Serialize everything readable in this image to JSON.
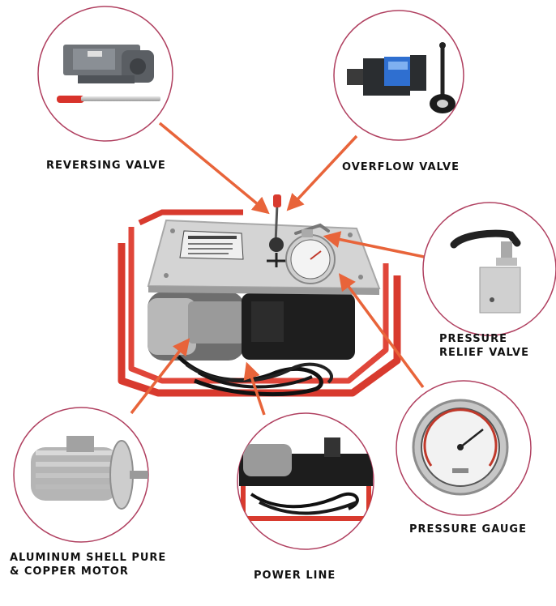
{
  "labels": {
    "reversing_valve": "REVERSING VALVE",
    "overflow_valve": "OVERFLOW VALVE",
    "pressure_relief_line1": "PRESSURE",
    "pressure_relief_line2": "RELIEF VALVE",
    "pressure_gauge": "PRESSURE GAUGE",
    "power_line": "POWER LINE",
    "motor_line1": "ALUMINUM SHELL PURE",
    "motor_line2": "& COPPER MOTOR"
  },
  "colors": {
    "arrow": "#e8643a",
    "circle_border": "#b04060",
    "frame": "#d83a2e",
    "panel": "#d4d4d4"
  }
}
